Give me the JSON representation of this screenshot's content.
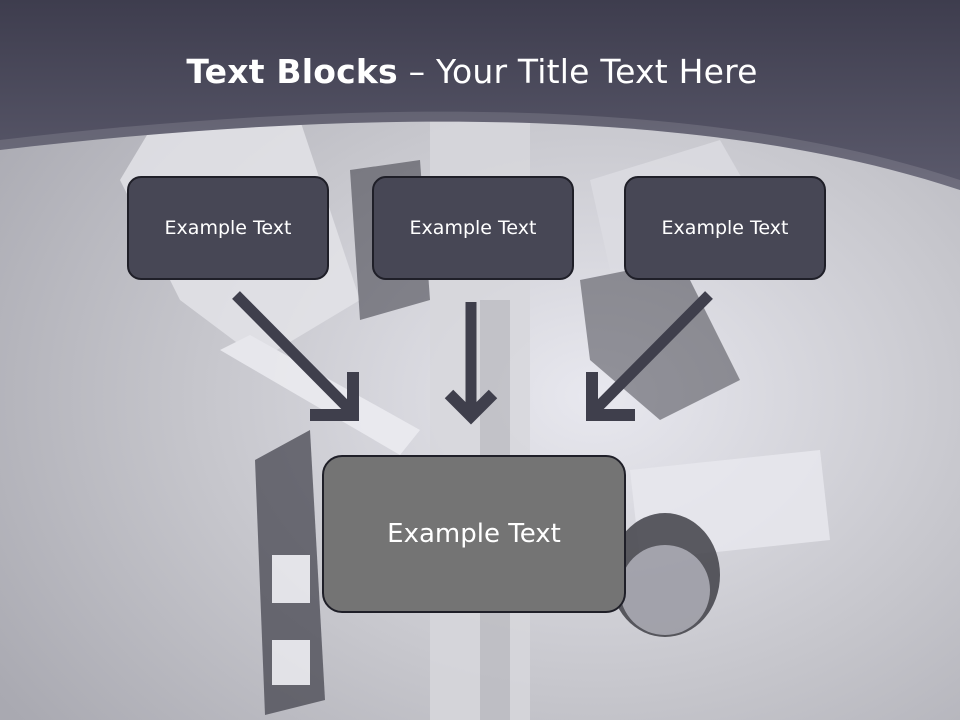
{
  "title": {
    "bold": "Text Blocks",
    "separator": " – ",
    "regular": "Your Title Text Here"
  },
  "blocks": [
    {
      "label": "Example Text"
    },
    {
      "label": "Example Text"
    },
    {
      "label": "Example Text"
    }
  ],
  "target": {
    "label": "Example Text"
  },
  "colors": {
    "header": "#4b4a5b",
    "box": "#474755",
    "target_box": "#747474",
    "arrow": "#3f3f4c"
  }
}
